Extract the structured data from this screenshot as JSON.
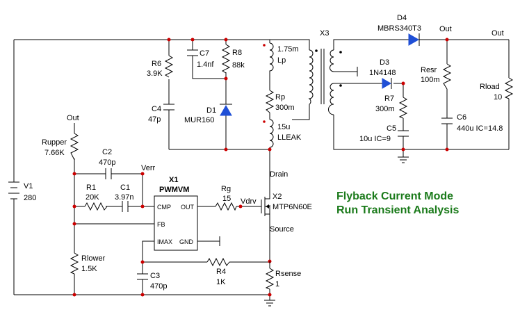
{
  "title": {
    "line1": "Flyback Current Mode",
    "line2": "Run Transient Analysis"
  },
  "colors": {
    "wire": "#000000",
    "junction": "#cc0000",
    "diode": "#1f4fd6",
    "title": "#1a7a1a"
  },
  "components": {
    "V1": {
      "ref": "V1",
      "value": "280"
    },
    "R6": {
      "ref": "R6",
      "value": "3.9K"
    },
    "C7": {
      "ref": "C7",
      "value": "1.4nf"
    },
    "R8": {
      "ref": "R8",
      "value": "88k"
    },
    "C4": {
      "ref": "C4",
      "value": "47p"
    },
    "D1": {
      "ref": "D1",
      "value": "MUR160"
    },
    "Lp": {
      "ref": "1.75m",
      "value": "Lp"
    },
    "Rp": {
      "ref": "Rp",
      "value": "300m"
    },
    "LLEAK": {
      "ref": "15u",
      "value": "LLEAK"
    },
    "X3": {
      "ref": "X3"
    },
    "D4": {
      "ref": "D4",
      "value": "MBRS340T3"
    },
    "D3": {
      "ref": "D3",
      "value": "1N4148"
    },
    "R7": {
      "ref": "R7",
      "value": "300m"
    },
    "C5": {
      "ref": "C5",
      "value": "10u IC=9"
    },
    "Resr": {
      "ref": "Resr",
      "value": "100m"
    },
    "C6": {
      "ref": "C6",
      "value": "440u IC=14.8"
    },
    "Rload": {
      "ref": "Rload",
      "value": "10"
    },
    "Rupper": {
      "ref": "Rupper",
      "value": "7.66K"
    },
    "C2": {
      "ref": "C2",
      "value": "470p"
    },
    "R1": {
      "ref": "R1",
      "value": "20K"
    },
    "C1": {
      "ref": "C1",
      "value": "3.97n"
    },
    "X1": {
      "ref": "X1",
      "value": "PWMVM",
      "pins": {
        "cmp": "CMP",
        "out": "OUT",
        "fb": "FB",
        "imax": "IMAX",
        "gnd": "GND"
      }
    },
    "Rg": {
      "ref": "Rg",
      "value": "15"
    },
    "X2": {
      "ref": "X2",
      "value": "MTP6N60E"
    },
    "Rlower": {
      "ref": "Rlower",
      "value": "1.5K"
    },
    "R4": {
      "ref": "R4",
      "value": "1K"
    },
    "C3": {
      "ref": "C3",
      "value": "470p"
    },
    "Rsense": {
      "ref": "Rsense",
      "value": "1"
    }
  },
  "nets": {
    "out_left": "Out",
    "out_d4": "Out",
    "out_right": "Out",
    "verr": "Verr",
    "vdrv": "Vdrv",
    "drain": "Drain",
    "source": "Source"
  }
}
